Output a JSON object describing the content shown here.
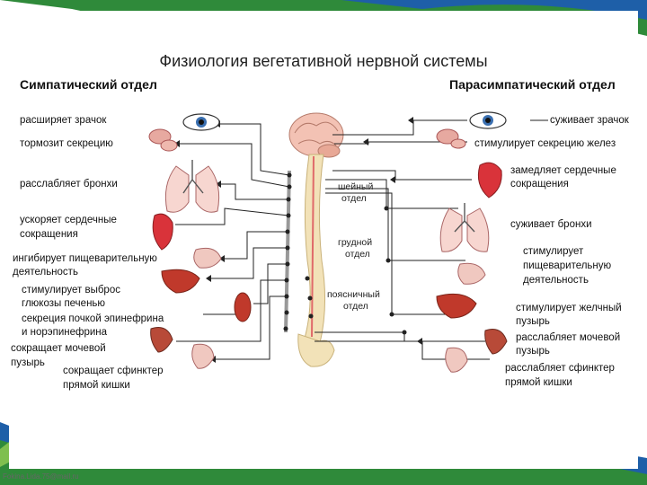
{
  "title": "Физиология вегетативной нервной системы",
  "left_header": "Симпатический отдел",
  "right_header": "Парасимпатический отдел",
  "sympathetic": {
    "pupil": "расширяет зрачок",
    "secretion": "тормозит секрецию",
    "bronchi": "расслабляет бронхи",
    "heart_1": "ускоряет сердечные",
    "heart_2": "сокращения",
    "digest_1": "ингибирует пищеварительную",
    "digest_2": "деятельность",
    "liver_1": "стимулирует выброс",
    "liver_2": "глюкозы печенью",
    "adrenal_1": "секреция почкой эпинефрина",
    "adrenal_2": "и норэпинефрина",
    "bladder_1": "сокращает мочевой",
    "bladder_2": "пузырь",
    "rectum_1": "сокращает сфинктер",
    "rectum_2": "прямой кишки"
  },
  "parasympathetic": {
    "pupil": "суживает зрачок",
    "secretion": "стимулирует секрецию желез",
    "heart_1": "замедляет сердечные",
    "heart_2": "сокращения",
    "bronchi": "суживает бронхи",
    "digest_1": "стимулирует",
    "digest_2": "пищеварительную",
    "digest_3": "деятельность",
    "gall_1": "стимулирует желчный",
    "gall_2": "пузырь",
    "bladder_1": "расслабляет мочевой",
    "bladder_2": "пузырь",
    "rectum_1": "расслабляет сфинктер",
    "rectum_2": "прямой кишки"
  },
  "spine_sections": {
    "cervical_1": "шейный",
    "cervical_2": "отдел",
    "thoracic_1": "грудной",
    "thoracic_2": "отдел",
    "lumbar_1": "поясничный",
    "lumbar_2": "отдел"
  },
  "footer": "Fokina.Lida.75@mail.ru",
  "colors": {
    "organ_red": "#d9333a",
    "organ_pink": "#f0a9a0",
    "liver": "#c0392b",
    "spine_bone": "#f2e2b8",
    "brain": "#f3c2b4",
    "slide_green": "#2f8a3a",
    "slide_blue": "#1e5fa8"
  }
}
